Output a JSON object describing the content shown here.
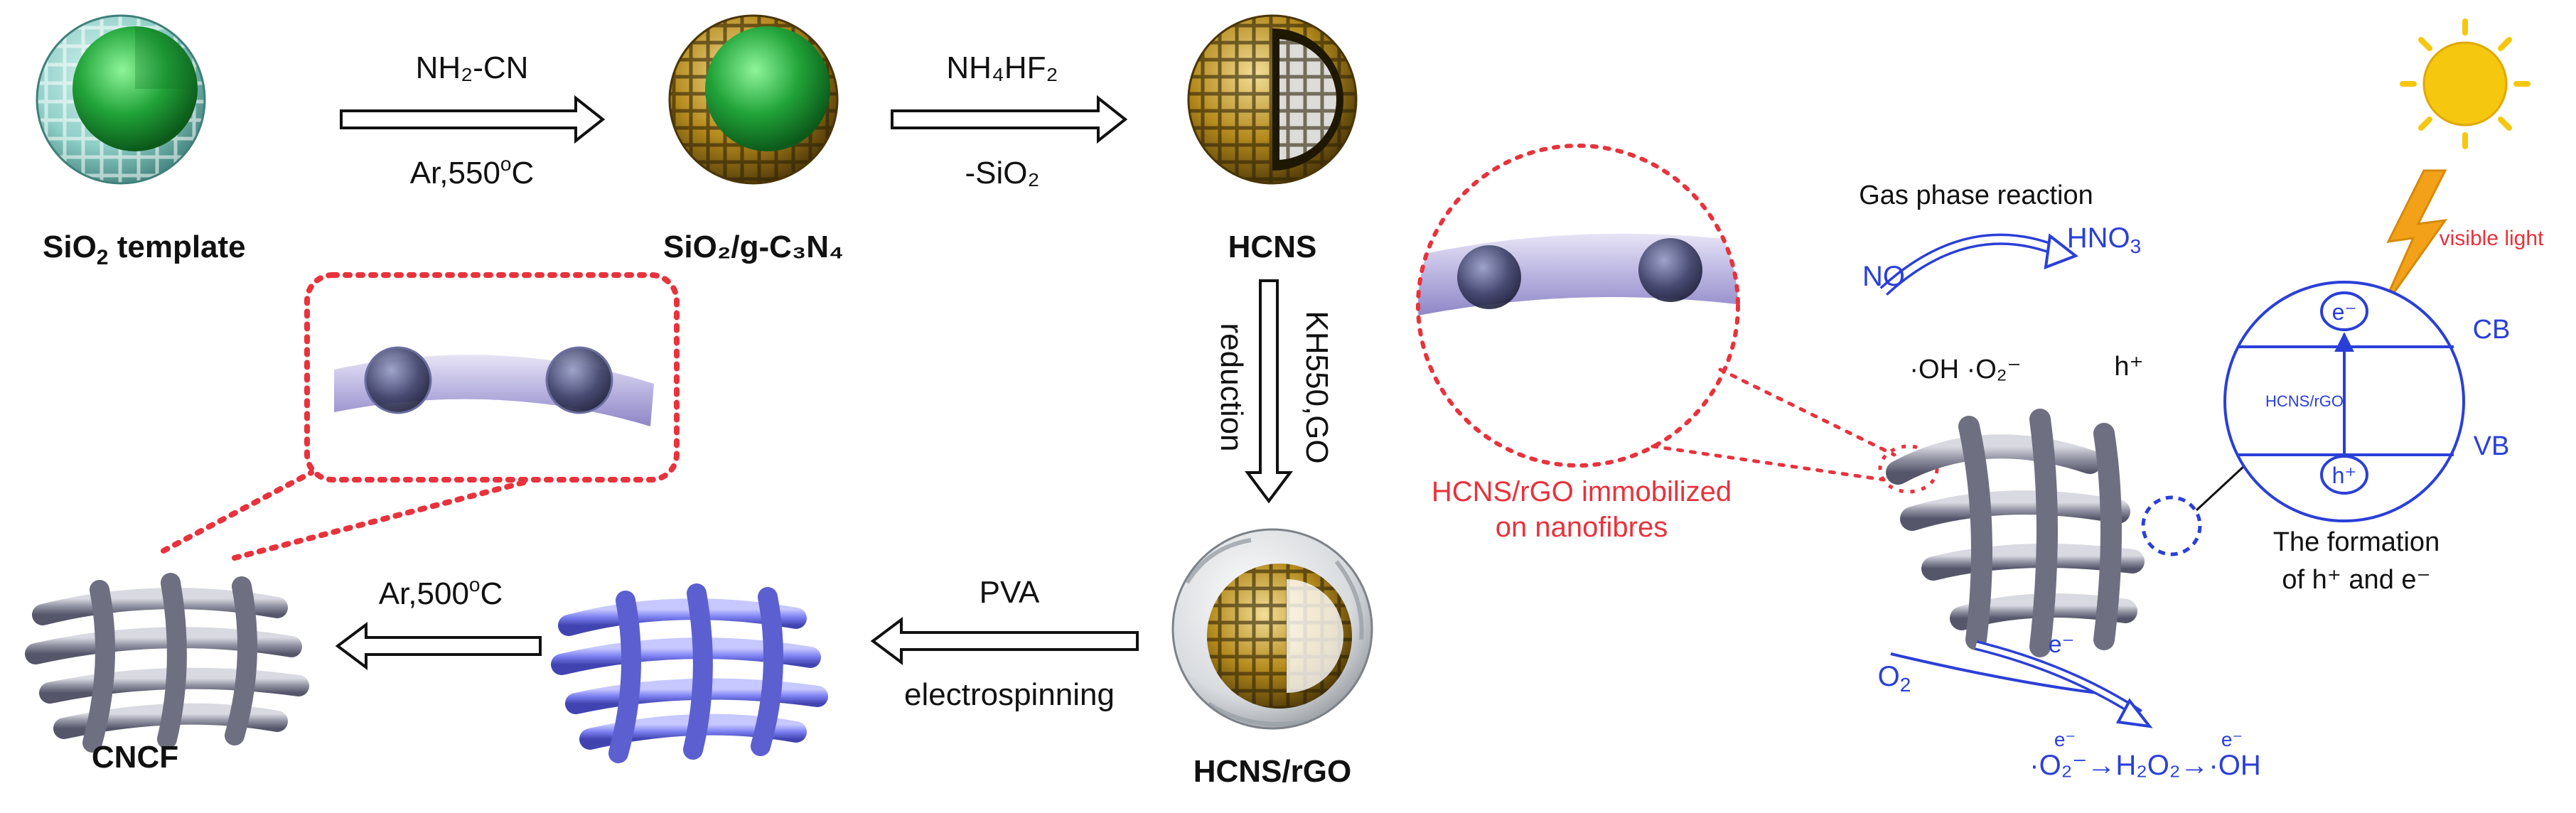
{
  "left_panel": {
    "stages": {
      "sio2_template": {
        "label_main": "SiO",
        "label_sub": "2",
        "label_tail": " template"
      },
      "sio2_gc3n4": {
        "label": "SiO₂/g-C₃N₄"
      },
      "hcns": {
        "label": "HCNS"
      },
      "hcns_rgo": {
        "label": "HCNS/rGO"
      },
      "cncf": {
        "label": "CNCF"
      }
    },
    "steps": {
      "step1": {
        "top": "NH₂-CN",
        "bottom_a": "Ar,550",
        "bottom_sup": "o",
        "bottom_b": "C"
      },
      "step2": {
        "top": "NH₄HF₂",
        "bottom": "-SiO₂"
      },
      "step3": {
        "right": "KH550,GO",
        "left": "reduction"
      },
      "step4": {
        "top": "PVA",
        "bottom": "electrospinning"
      },
      "step5": {
        "top_a": "Ar,500",
        "top_sup": "o",
        "top_b": "C"
      }
    }
  },
  "right_panel": {
    "title": "Gas phase reaction",
    "zoom_caption_line1": "HCNS/rGO immobilized",
    "zoom_caption_line2": "on nanofibres",
    "reactants": {
      "no": "NO",
      "hno3_main": "HNO",
      "hno3_sub": "3",
      "radicals": "·OH  ·O₂⁻",
      "hole": "h⁺",
      "o2_main": "O",
      "o2_sub": "2",
      "electron_label_1": "e⁻",
      "chain": "·O₂⁻→H₂O₂→·OH",
      "electron_label_2": "e⁻",
      "electron_label_3": "e⁻"
    },
    "band": {
      "cb": "CB",
      "vb": "VB",
      "center": "HCNS/rGO",
      "electron": "e⁻",
      "hole": "h⁺",
      "caption_line1": "The formation",
      "caption_line2": "of h⁺ and  e⁻"
    },
    "light_label": "visible light"
  },
  "colors": {
    "blue": "#2a3fd8",
    "red": "#e8323c",
    "green": "#21a339",
    "gold": "#b48a1c",
    "teal": "#8fd0c8",
    "fiber_gray": "#8f90a0",
    "fiber_violet": "#7b7ff0",
    "sun": "#f6c70f",
    "bolt": "#f4a11a"
  }
}
